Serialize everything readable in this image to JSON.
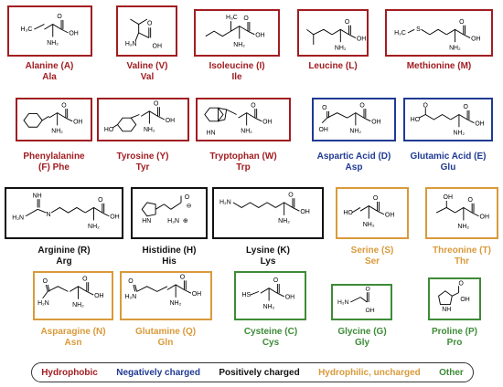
{
  "colors": {
    "hydrophobic": "#a11d21",
    "negative": "#1f3a93",
    "positive": "#111111",
    "polar": "#d99a3a",
    "other": "#3d8b37"
  },
  "amino_acids": [
    {
      "key": "alanine",
      "name": "Alanine (A)",
      "abbr": "Ala",
      "group": "hydrophobic"
    },
    {
      "key": "valine",
      "name": "Valine (V)",
      "abbr": "Val",
      "group": "hydrophobic"
    },
    {
      "key": "isoleucine",
      "name": "Isoleucine (I)",
      "abbr": "Ile",
      "group": "hydrophobic"
    },
    {
      "key": "leucine",
      "name": "Leucine (L)",
      "abbr": "",
      "group": "hydrophobic"
    },
    {
      "key": "methionine",
      "name": "Methionine (M)",
      "abbr": "",
      "group": "hydrophobic"
    },
    {
      "key": "phenylalanine",
      "name": "Phenylalanine",
      "abbr": "(F) Phe",
      "group": "hydrophobic"
    },
    {
      "key": "tyrosine",
      "name": "Tyrosine (Y)",
      "abbr": "Tyr",
      "group": "hydrophobic"
    },
    {
      "key": "tryptophan",
      "name": "Tryptophan (W)",
      "abbr": "Trp",
      "group": "hydrophobic"
    },
    {
      "key": "aspartic",
      "name": "Aspartic Acid (D)",
      "abbr": "Asp",
      "group": "negative"
    },
    {
      "key": "glutamic",
      "name": "Glutamic Acid (E)",
      "abbr": "Glu",
      "group": "negative"
    },
    {
      "key": "arginine",
      "name": "Arginine (R)",
      "abbr": "Arg",
      "group": "positive"
    },
    {
      "key": "histidine",
      "name": "Histidine (H)",
      "abbr": "His",
      "group": "positive"
    },
    {
      "key": "lysine",
      "name": "Lysine (K)",
      "abbr": "Lys",
      "group": "positive"
    },
    {
      "key": "serine",
      "name": "Serine (S)",
      "abbr": "Ser",
      "group": "polar"
    },
    {
      "key": "threonine",
      "name": "Threonine (T)",
      "abbr": "Thr",
      "group": "polar"
    },
    {
      "key": "asparagine",
      "name": "Asparagine (N)",
      "abbr": "Asn",
      "group": "polar"
    },
    {
      "key": "glutamine",
      "name": "Glutamine (Q)",
      "abbr": "Gln",
      "group": "polar"
    },
    {
      "key": "cysteine",
      "name": "Cysteine (C)",
      "abbr": "Cys",
      "group": "other"
    },
    {
      "key": "glycine",
      "name": "Glycine (G)",
      "abbr": "Gly",
      "group": "other"
    },
    {
      "key": "proline",
      "name": "Proline (P)",
      "abbr": "Pro",
      "group": "other"
    }
  ],
  "structure_text": {
    "h3c": "H₃C",
    "oh": "OH",
    "nh2": "NH₂",
    "h2n": "H₂N",
    "o": "O",
    "ho": "HO",
    "s": "S",
    "hs": "HS",
    "hn": "HN",
    "nh": "NH",
    "n": "N",
    "h3n": "H₃N",
    "plus": "⊕",
    "minus": "⊖"
  },
  "legend": [
    {
      "label": "Hydrophobic",
      "group": "hydrophobic"
    },
    {
      "label": "Negatively charged",
      "group": "negative"
    },
    {
      "label": "Positively charged",
      "group": "positive"
    },
    {
      "label": "Hydrophilic, uncharged",
      "group": "polar"
    },
    {
      "label": "Other",
      "group": "other"
    }
  ]
}
